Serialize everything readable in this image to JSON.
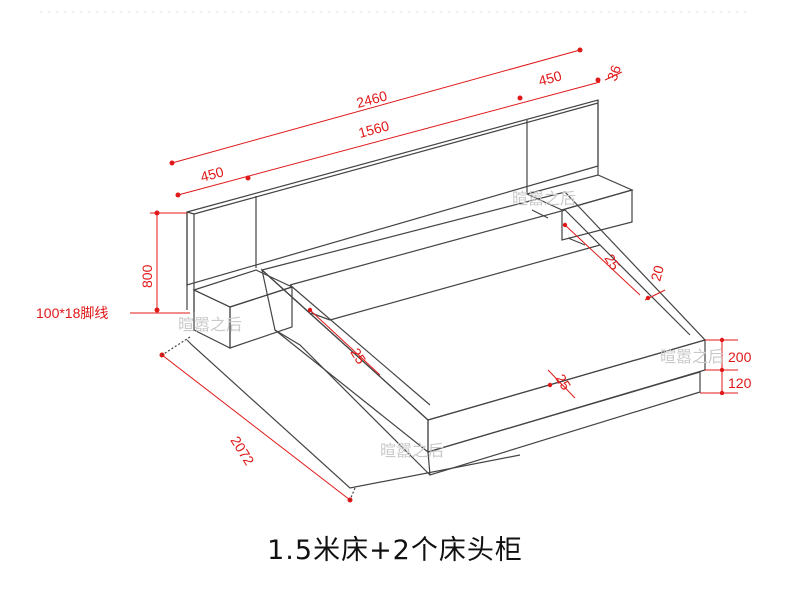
{
  "caption": "1.5米床+2个床头柜",
  "dimensions": {
    "total_width": "2460",
    "left_cabinet": "450",
    "bed_width": "1560",
    "right_cabinet": "450",
    "headboard_thickness": "36",
    "headboard_height": "800",
    "baseboard_label": "100*18脚线",
    "bed_length": "2072",
    "slat_left": "25",
    "slat_right": "25",
    "slat_front": "25",
    "side_thickness": "20",
    "frame_height": "200",
    "base_height": "120"
  },
  "watermark": "暄嚣之后",
  "colors": {
    "dimension": "#e01818",
    "outline": "#444444"
  }
}
